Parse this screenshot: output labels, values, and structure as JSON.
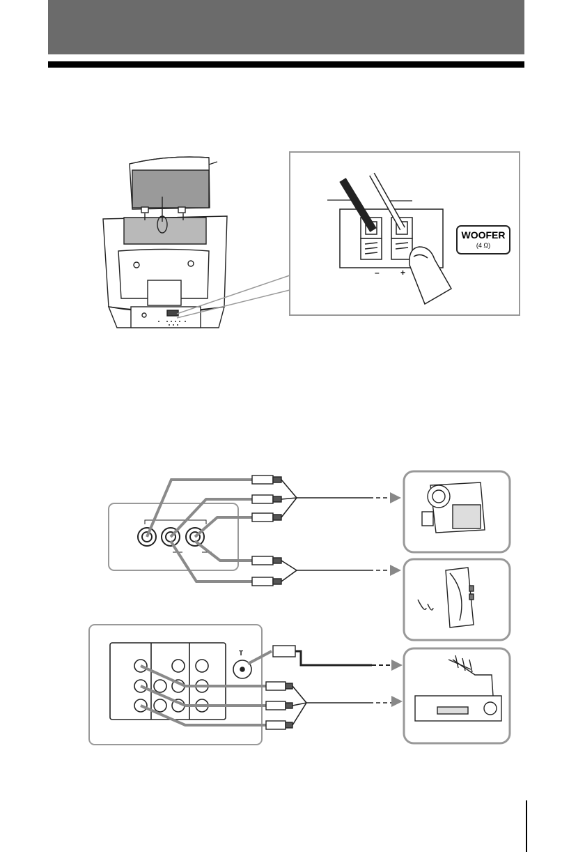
{
  "top_figure": {
    "woofer_terminal": {
      "title": "WOOFER",
      "impedance": "(4 Ω)",
      "minus_symbol": "–",
      "plus_symbol": "+"
    }
  },
  "bottom_figure": {
    "rear_panel": {
      "antenna_jack_label": "T"
    }
  }
}
